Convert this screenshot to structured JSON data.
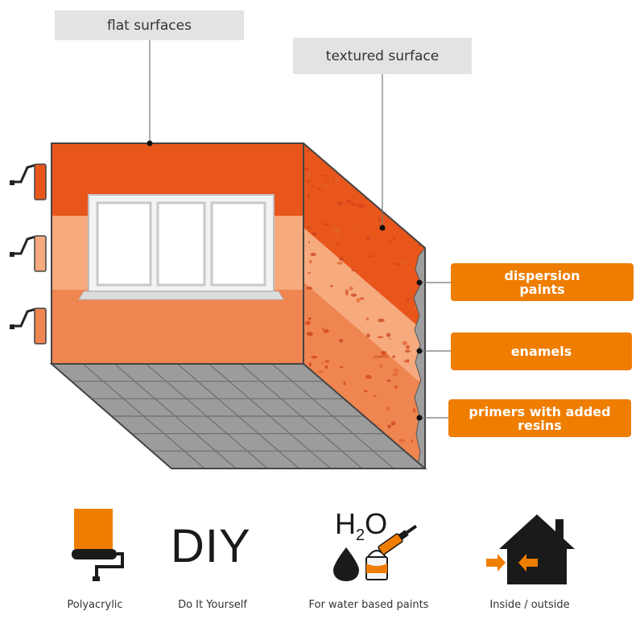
{
  "labels": {
    "flat": "flat surfaces",
    "textured": "textured surface",
    "dispersion_line1": "dispersion",
    "dispersion_line2": "paints",
    "enamels": "enamels",
    "primers_line1": "primers with added",
    "primers_line2": "resins"
  },
  "icons": [
    {
      "name": "paint-roller-icon",
      "caption": "Polyacrylic"
    },
    {
      "name": "diy-icon",
      "text": "DIY",
      "caption": "Do It Yourself"
    },
    {
      "name": "water-paint-icon",
      "text_main": "H",
      "text_sub": "2",
      "text_end": "O",
      "caption": "For water based paints"
    },
    {
      "name": "house-inout-icon",
      "caption": "Inside / outside"
    }
  ],
  "colors": {
    "top_band": "#e8561c",
    "middle_band": "#f6aa7e",
    "bottom_band": "#ef8551",
    "accent": "#ef7d00",
    "floor": "#9c9c9c",
    "tag_bg": "#e3e3e3"
  }
}
